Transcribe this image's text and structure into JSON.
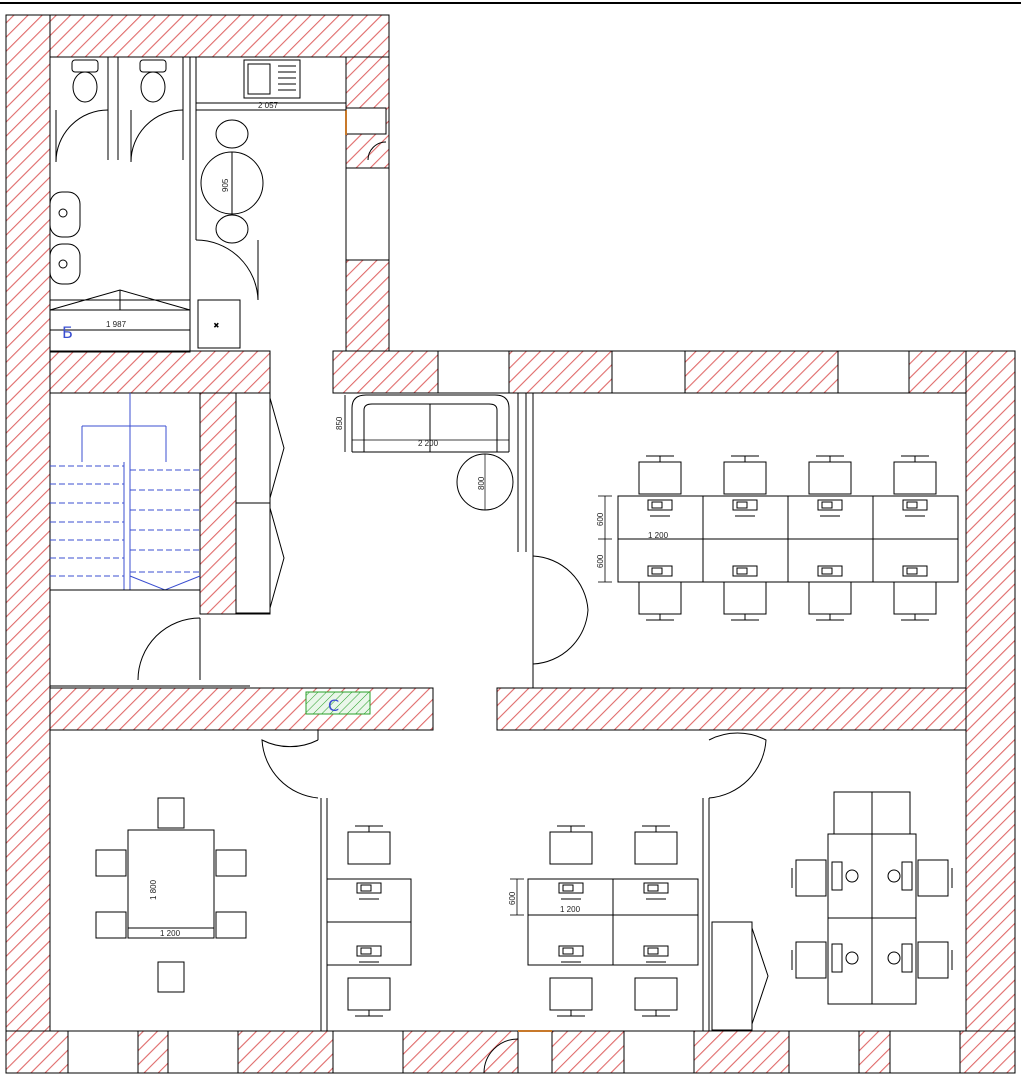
{
  "dimensions": {
    "kitchen_width": "2 057",
    "table_diameter": "905",
    "restroom_width": "1 987",
    "sofa_depth": "850",
    "sofa_width": "2 200",
    "coffee_table": "800",
    "desk_depth_top": "600",
    "desk_depth_bottom": "600",
    "desk_width_right": "1 200",
    "meeting_table_length": "1 800",
    "meeting_table_width": "1 200",
    "desk_depth_center": "600",
    "desk_width_center": "1 200"
  },
  "markers": {
    "b_label": "Б",
    "c_label": "С"
  },
  "colors": {
    "wall_hatch": "#e06a6a",
    "stair_blue": "#3b4fd0",
    "marker_green": "#2aa02a",
    "door_accent": "#c8792a"
  },
  "icons": [
    "toilet-icon",
    "sink-icon",
    "kitchen-sink-icon",
    "chair-icon",
    "monitor-icon",
    "door-swing-icon",
    "stair-icon",
    "sofa-icon"
  ]
}
